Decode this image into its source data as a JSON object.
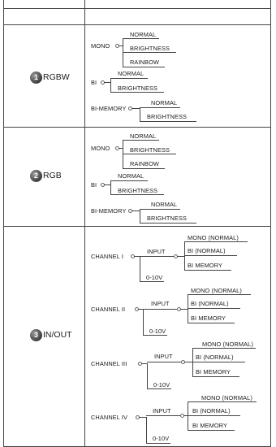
{
  "header": {
    "col1": "",
    "col2": ""
  },
  "rows": [
    {
      "number": "1",
      "mode": "RGBW",
      "groups": [
        {
          "name": "MONO",
          "options": [
            "NORMAL",
            "BRIGHTNESS",
            "RAINBOW"
          ]
        },
        {
          "name": "BI",
          "options": [
            "NORMAL",
            "BRIGHTNESS"
          ]
        },
        {
          "name": "BI-MEMORY",
          "options": [
            "NORMAL",
            "BRIGHTNESS"
          ]
        }
      ]
    },
    {
      "number": "2",
      "mode": "RGB",
      "groups": [
        {
          "name": "MONO",
          "options": [
            "NORMAL",
            "BRIGHTNESS",
            "RAINBOW"
          ]
        },
        {
          "name": "BI",
          "options": [
            "NORMAL",
            "BRIGHTNESS"
          ]
        },
        {
          "name": "BI-MEMORY",
          "options": [
            "NORMAL",
            "BRIGHTNESS"
          ]
        }
      ]
    },
    {
      "number": "3",
      "mode": "IN/OUT",
      "channels": [
        {
          "name": "CHANNEL I",
          "input": "INPUT",
          "options": [
            "MONO (NORMAL)",
            "BI (NORMAL)",
            "BI MEMORY"
          ],
          "analog": "0-10V"
        },
        {
          "name": "CHANNEL II",
          "input": "INPUT",
          "options": [
            "MONO (NORMAL)",
            "BI (NORMAL)",
            "BI MEMORY"
          ],
          "analog": "0-10V"
        },
        {
          "name": "CHANNEL III",
          "input": "INPUT",
          "options": [
            "MONO (NORMAL)",
            "BI (NORMAL)",
            "BI MEMORY"
          ],
          "analog": "0-10V"
        },
        {
          "name": "CHANNEL IV",
          "input": "INPUT",
          "options": [
            "MONO (NORMAL)",
            "BI (NORMAL)",
            "BI MEMORY"
          ],
          "analog": "0-10V"
        }
      ]
    }
  ]
}
